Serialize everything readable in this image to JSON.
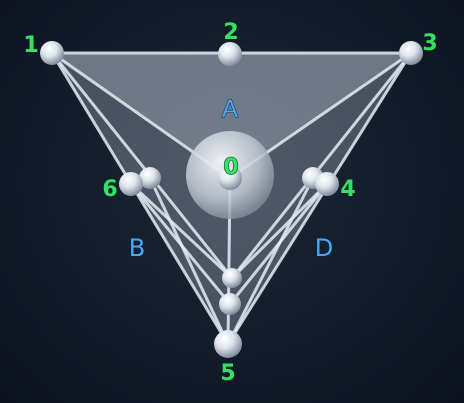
{
  "vertex_labels": {
    "v0": "0",
    "v1": "1",
    "v2": "2",
    "v3": "3",
    "v4": "4",
    "v5": "5",
    "v6": "6"
  },
  "face_labels": {
    "a": "A",
    "b": "B",
    "d": "D"
  },
  "colors": {
    "background": "#121b2a",
    "vertex_label": "#33e06a",
    "face_label": "#4aa7f2",
    "edge": "#e6ecf4",
    "face_fill": "#c9d2de"
  }
}
